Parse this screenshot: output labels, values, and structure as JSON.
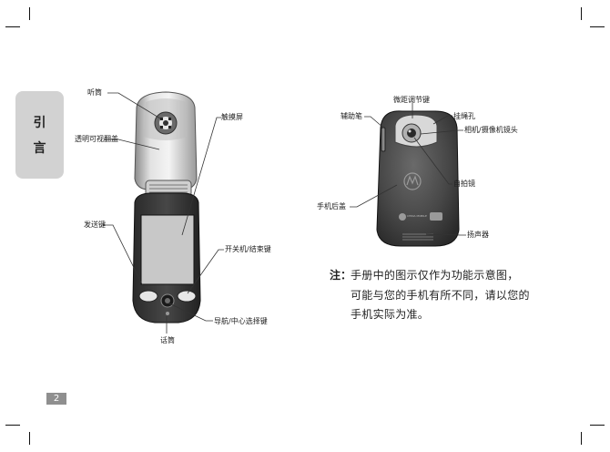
{
  "side_tab": {
    "char1": "引",
    "char2": "言"
  },
  "left_labels": {
    "earpiece": "听筒",
    "transparent_flip": "透明可视翻盖",
    "touchscreen": "触摸屏",
    "send_key": "发送键",
    "power_end_key": "开关机/结束键",
    "nav_key": "导航/中心选择键",
    "microphone": "话筒"
  },
  "right_labels": {
    "focus_key": "微距调节键",
    "stylus": "辅助笔",
    "strap_hole": "挂绳孔",
    "camera_lens": "相机/摄像机镜头",
    "self_mirror": "自拍镜",
    "back_cover": "手机后盖",
    "speaker": "扬声器"
  },
  "note": {
    "head": "注：",
    "line1": "手册中的图示仅作为功能示意图，",
    "line2": "可能与您的手机有所不同，请以您的",
    "line3": "手机实际为准。"
  },
  "page_number": "2",
  "phone_back_branding": {
    "operator": "CHINA MOBILE"
  }
}
